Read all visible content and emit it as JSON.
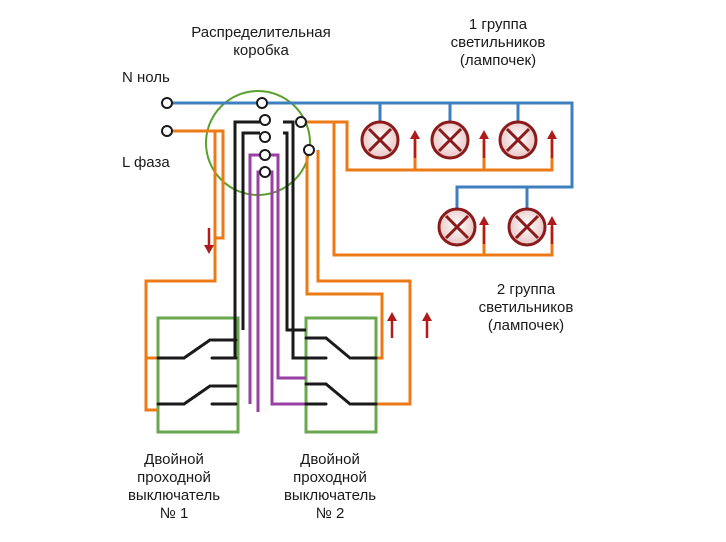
{
  "labels": {
    "box_line1": "Распределительная",
    "box_line2": "коробка",
    "neutral": "N ноль",
    "phase": "L фаза",
    "group1_line1": "1 группа",
    "group1_line2": "светильников",
    "group1_line3": "(лампочек)",
    "group2_line1": "2 группа",
    "group2_line2": "светильников",
    "group2_line3": "(лампочек)",
    "switch1_line1": "Двойной",
    "switch1_line2": "проходной",
    "switch1_line3": "выключатель",
    "switch1_line4": "№ 1",
    "switch2_line1": "Двойной",
    "switch2_line2": "проходной",
    "switch2_line3": "выключатель",
    "switch2_line4": "№ 2"
  },
  "colors": {
    "neutral_wire": "#3f7fbf",
    "phase_wire": "#ec7a17",
    "black_wire": "#1a1a1a",
    "purple_wire": "#9a3fa6",
    "box_outline": "#5aa02c",
    "switch_outline": "#6aa84f",
    "lamp_fill": "#f2d7d7",
    "lamp_stroke": "#8b1a1a",
    "arrow": "#b01c1c"
  },
  "icons": [
    "lamp-icon",
    "current-arrow-icon",
    "terminal-icon",
    "switch-contact-icon"
  ]
}
